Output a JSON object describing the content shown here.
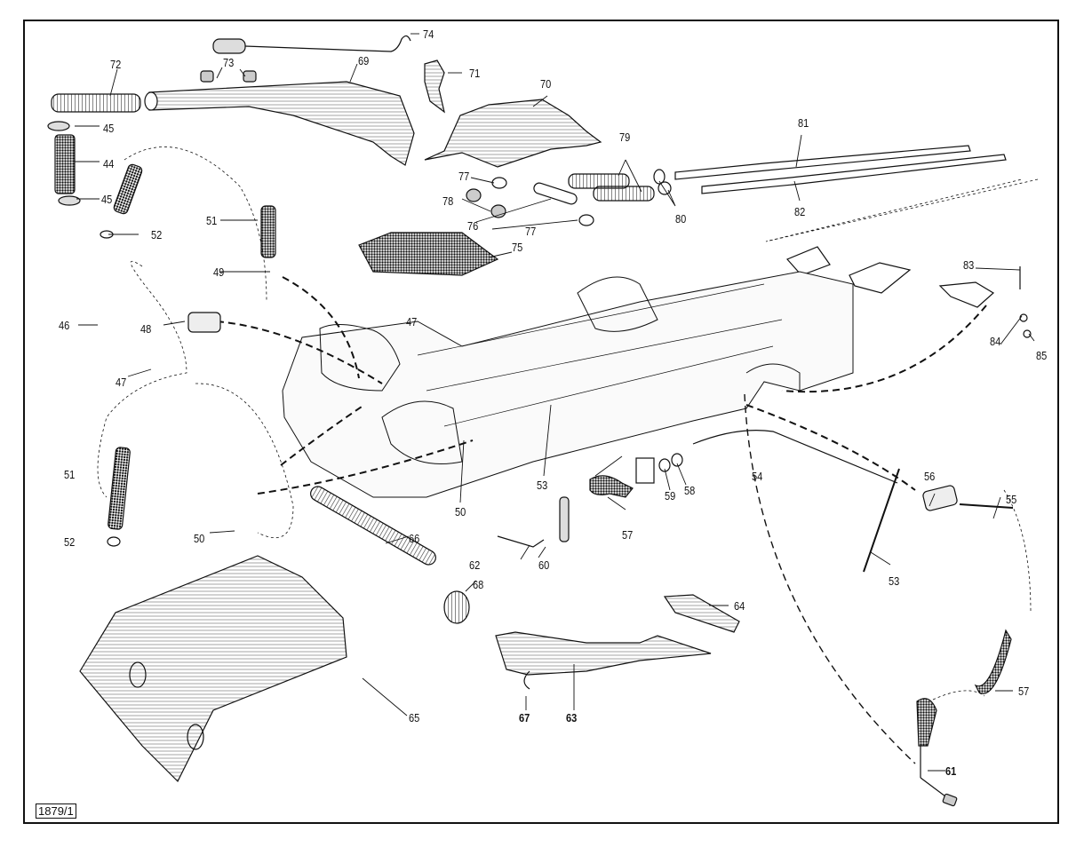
{
  "figure": {
    "title": "Handbrake and clutch/brake pedal assembly — exploded view",
    "figure_id": "1879/1"
  },
  "callouts": [
    {
      "id": "c74",
      "text": "74"
    },
    {
      "id": "c72",
      "text": "72"
    },
    {
      "id": "c73",
      "text": "73"
    },
    {
      "id": "c69",
      "text": "69"
    },
    {
      "id": "c71",
      "text": "71"
    },
    {
      "id": "c70",
      "text": "70"
    },
    {
      "id": "c45a",
      "text": "45"
    },
    {
      "id": "c44",
      "text": "44"
    },
    {
      "id": "c45b",
      "text": "45"
    },
    {
      "id": "c52a",
      "text": "52"
    },
    {
      "id": "c51a",
      "text": "51"
    },
    {
      "id": "c49",
      "text": "49"
    },
    {
      "id": "c77a",
      "text": "77"
    },
    {
      "id": "c78",
      "text": "78"
    },
    {
      "id": "c76",
      "text": "76"
    },
    {
      "id": "c77b",
      "text": "77"
    },
    {
      "id": "c79",
      "text": "79"
    },
    {
      "id": "c80",
      "text": "80"
    },
    {
      "id": "c81",
      "text": "81"
    },
    {
      "id": "c82",
      "text": "82"
    },
    {
      "id": "c75",
      "text": "75"
    },
    {
      "id": "c83",
      "text": "83"
    },
    {
      "id": "c84",
      "text": "84"
    },
    {
      "id": "c85",
      "text": "85"
    },
    {
      "id": "c46",
      "text": "46"
    },
    {
      "id": "c48",
      "text": "48"
    },
    {
      "id": "c47a",
      "text": "47"
    },
    {
      "id": "c47b",
      "text": "47"
    },
    {
      "id": "c51b",
      "text": "51"
    },
    {
      "id": "c52b",
      "text": "52"
    },
    {
      "id": "c50a",
      "text": "50"
    },
    {
      "id": "c50b",
      "text": "50"
    },
    {
      "id": "c53a",
      "text": "53"
    },
    {
      "id": "c54",
      "text": "54"
    },
    {
      "id": "c58",
      "text": "58"
    },
    {
      "id": "c59",
      "text": "59"
    },
    {
      "id": "c57a",
      "text": "57"
    },
    {
      "id": "c56",
      "text": "56"
    },
    {
      "id": "c55",
      "text": "55"
    },
    {
      "id": "c53b",
      "text": "53"
    },
    {
      "id": "c66",
      "text": "66"
    },
    {
      "id": "c62",
      "text": "62"
    },
    {
      "id": "c60",
      "text": "60"
    },
    {
      "id": "c68",
      "text": "68"
    },
    {
      "id": "c64",
      "text": "64"
    },
    {
      "id": "c65",
      "text": "65"
    },
    {
      "id": "c67",
      "text": "67"
    },
    {
      "id": "c63",
      "text": "63"
    },
    {
      "id": "c57b",
      "text": "57"
    },
    {
      "id": "c61",
      "text": "61"
    }
  ]
}
